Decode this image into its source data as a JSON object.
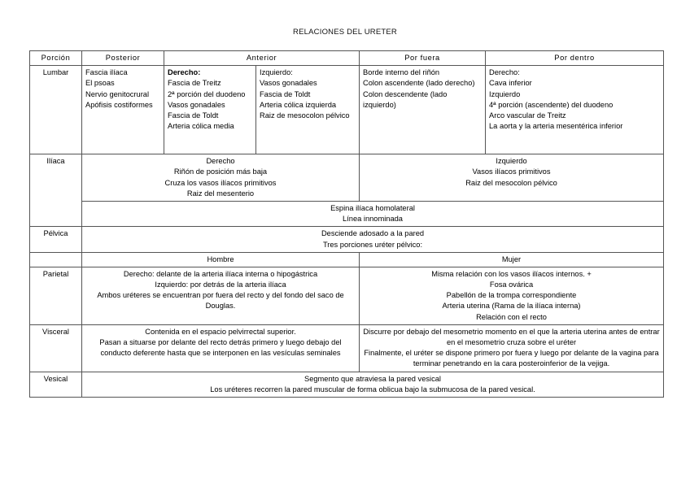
{
  "document": {
    "title": "RELACIONES DEL URETER"
  },
  "table": {
    "headers": {
      "porcion": "Porción",
      "posterior": "Posterior",
      "anterior": "Anterior",
      "por_fuera": "Por fuera",
      "por_dentro": "Por dentro"
    },
    "rows": {
      "lumbar": {
        "label": "Lumbar",
        "posterior": [
          "Fascia ilíaca",
          "El psoas",
          "Nervio genitocrural",
          "Apófisis costiformes"
        ],
        "anterior_derecho_label": "Derecho:",
        "anterior_derecho": [
          "Fascia de Treitz",
          "2ª porción del duodeno",
          "Vasos gonadales",
          "Fascia de Toldt",
          "Arteria cólica media"
        ],
        "anterior_izquierdo_label": "Izquierdo:",
        "anterior_izquierdo": [
          "Vasos gonadales",
          "Fascia de Toldt",
          "Arteria cólica izquierda",
          "Raiz de mesocolon pélvico"
        ],
        "por_fuera": [
          "Borde interno del riñón",
          "Colon ascendente (lado derecho)",
          "Colon descendente (lado izquierdo)"
        ],
        "por_dentro_label": "Derecho:",
        "por_dentro": [
          "Cava inferior",
          "Izquierdo",
          "4ª porción (ascendente) del duodeno",
          "Arco vascular de Treitz",
          "La aorta y la arteria mesentérica inferior"
        ]
      },
      "iliaca": {
        "label": "Ilíaca",
        "derecho": [
          "Derecho",
          "Riñón de posición más baja",
          "Cruza los vasos ilíacos primitivos",
          "Raiz del mesenterio"
        ],
        "izquierdo": [
          "Izquierdo",
          "Vasos ilíacos primitivos",
          "Raiz del mesocolon pélvico"
        ],
        "comun": [
          "Espina ilíaca homolateral",
          "Línea innominada"
        ]
      },
      "pelvica": {
        "label": "Pélvica",
        "lines": [
          "Desciende adosado a la pared",
          "Tres porciones uréter pélvico:"
        ]
      },
      "sexo_headers": {
        "hombre": "Hombre",
        "mujer": "Mujer"
      },
      "parietal": {
        "label": "Parietal",
        "hombre": [
          "Derecho: delante de la arteria ilíaca interna o hipogástrica",
          "Izquierdo: por detrás de la arteria ilíaca",
          "Ambos uréteres se encuentran por fuera del recto y del fondo del saco de Douglas."
        ],
        "mujer": [
          "Misma relación con los vasos ilíacos internos. +",
          "Fosa ovárica",
          "Pabellón de la trompa correspondiente",
          "Arteria uterina (Rama de la ilíaca interna)",
          "Relación con el recto"
        ]
      },
      "visceral": {
        "label": "Visceral",
        "hombre": [
          "Contenida en el espacio pelvirrectal superior.",
          "Pasan a situarse por delante del recto detrás primero y luego debajo del conducto deferente hasta que se interponen en las vesículas seminales"
        ],
        "mujer": [
          "Discurre por debajo del mesometrio momento en el que la arteria uterina antes de entrar en el mesometrio cruza sobre el uréter",
          "Finalmente, el uréter se dispone primero por fuera y luego por delante de la vagina para terminar penetrando en la cara posteroinferior de la vejiga."
        ]
      },
      "vesical": {
        "label": "Vesical",
        "lines": [
          "Segmento que atraviesa la pared vesical",
          "Los uréteres recorren la pared muscular de forma oblicua bajo la submucosa de la pared vesical."
        ]
      }
    }
  }
}
